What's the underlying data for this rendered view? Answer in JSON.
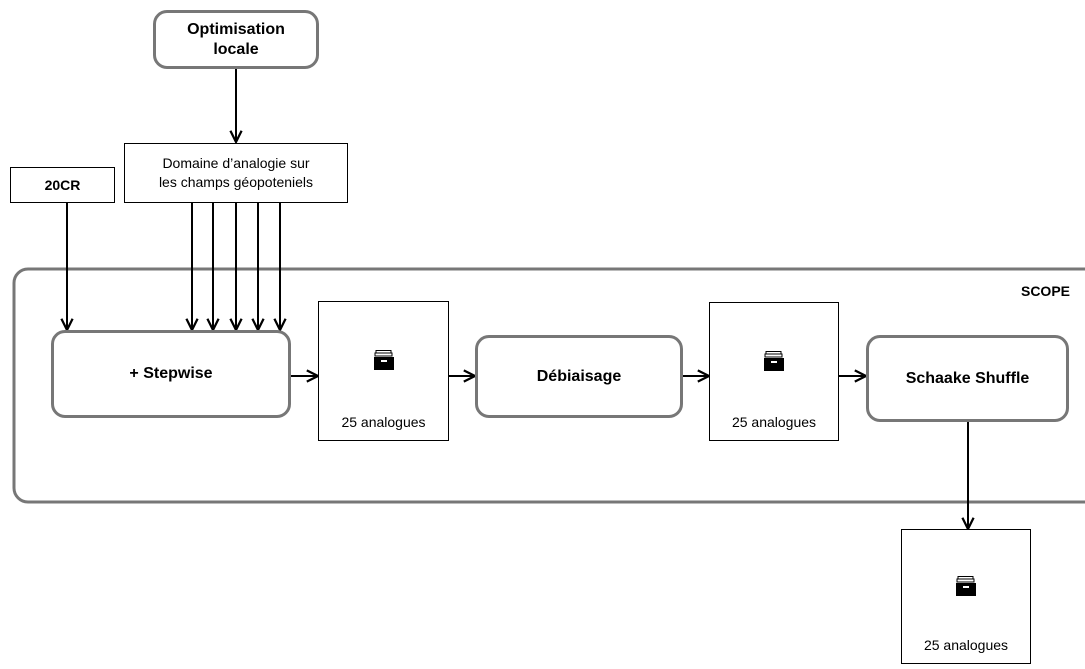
{
  "nodes": {
    "optimisation": "Optimisation\nlocale",
    "domaine": "Domaine d’analogie sur\nles champs géopoteniels",
    "source_20cr": "20CR",
    "stepwise": "+ Stepwise",
    "debiaisage": "Débiaisage",
    "schaake": "Schaake Shuffle"
  },
  "container": {
    "label": "SCOPE"
  },
  "stores": [
    {
      "label": "25 analogues",
      "icon": "archive-box-icon"
    },
    {
      "label": "25 analogues",
      "icon": "archive-box-icon"
    },
    {
      "label": "25 analogues",
      "icon": "archive-box-icon"
    }
  ],
  "colors": {
    "box_border": "#777777",
    "line": "#000000"
  }
}
